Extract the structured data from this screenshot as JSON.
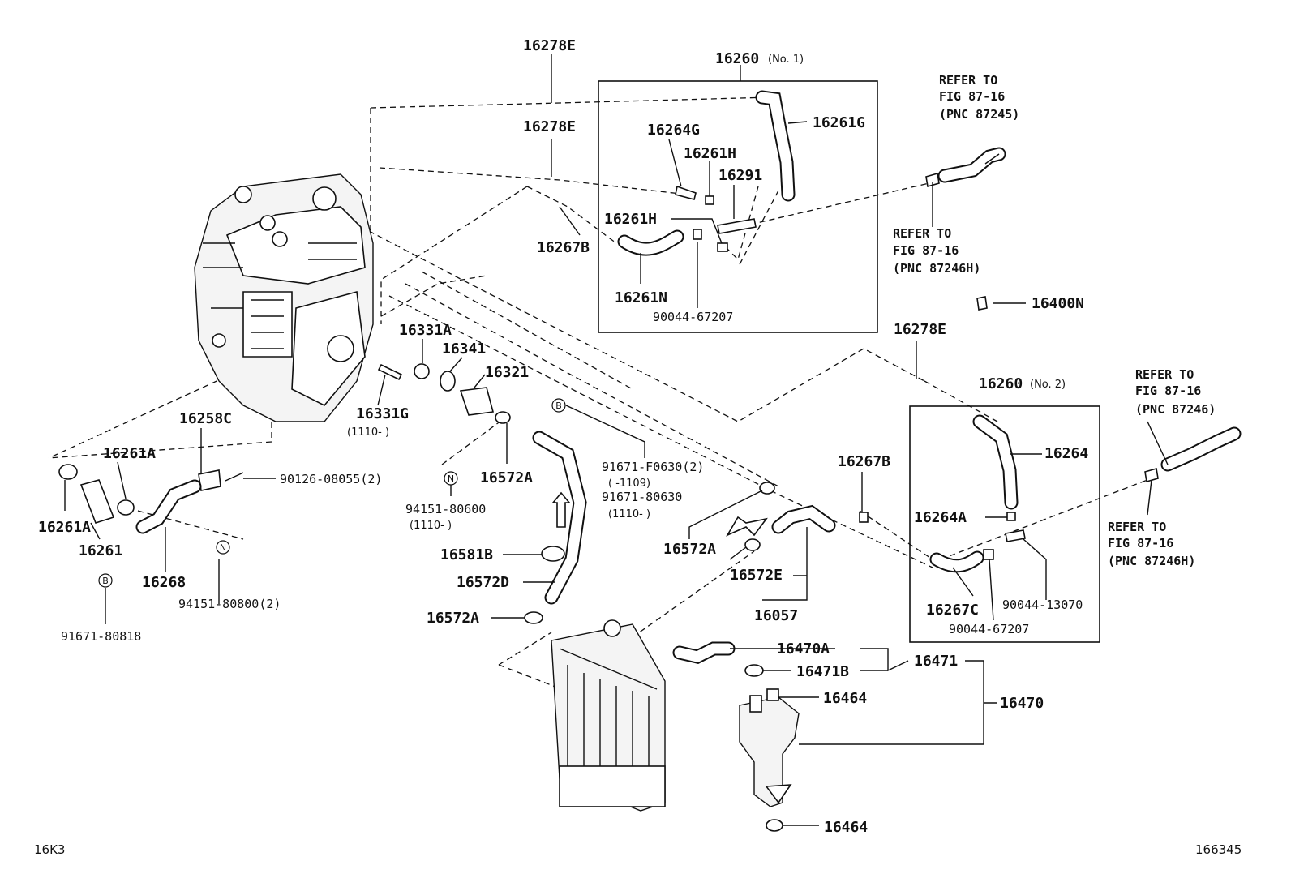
{
  "diagram": {
    "page_code": "16K3",
    "figure_number": "166345",
    "box1_title": "16260",
    "box1_suffix": "(No. 1)",
    "box2_title": "16260",
    "box2_suffix": "(No. 2)",
    "labels": [
      {
        "id": "l-16278E-top",
        "text": "16278E"
      },
      {
        "id": "l-16278E-mid",
        "text": "16278E"
      },
      {
        "id": "l-16264G",
        "text": "16264G"
      },
      {
        "id": "l-16261H-a",
        "text": "16261H"
      },
      {
        "id": "l-16291",
        "text": "16291"
      },
      {
        "id": "l-16261G",
        "text": "16261G"
      },
      {
        "id": "l-16261H-b",
        "text": "16261H"
      },
      {
        "id": "l-16267B-a",
        "text": "16267B"
      },
      {
        "id": "l-16261N",
        "text": "16261N"
      },
      {
        "id": "l-90044-67207-a",
        "text": "90044-67207"
      },
      {
        "id": "l-16400N",
        "text": "16400N"
      },
      {
        "id": "l-16278E-r",
        "text": "16278E"
      },
      {
        "id": "l-16331A",
        "text": "16331A"
      },
      {
        "id": "l-16341",
        "text": "16341"
      },
      {
        "id": "l-16321",
        "text": "16321"
      },
      {
        "id": "l-16331G",
        "text": "16331G"
      },
      {
        "id": "l-16331G-range",
        "text": "(1110-      )"
      },
      {
        "id": "l-16258C",
        "text": "16258C"
      },
      {
        "id": "l-16261A-a",
        "text": "16261A"
      },
      {
        "id": "l-16261A-b",
        "text": "16261A"
      },
      {
        "id": "l-16261",
        "text": "16261"
      },
      {
        "id": "l-16268",
        "text": "16268"
      },
      {
        "id": "l-90126",
        "text": "90126-08055(2)"
      },
      {
        "id": "l-94151-808",
        "text": "94151-80800(2)"
      },
      {
        "id": "l-91671-808",
        "text": "91671-80818"
      },
      {
        "id": "l-16572A-a",
        "text": "16572A"
      },
      {
        "id": "l-91671-F",
        "text": "91671-F0630(2)"
      },
      {
        "id": "l-91671-F-range",
        "text": "(      -1109)"
      },
      {
        "id": "l-91671-806",
        "text": "91671-80630"
      },
      {
        "id": "l-91671-806-range",
        "text": "(1110-      )"
      },
      {
        "id": "l-94151-806",
        "text": "94151-80600"
      },
      {
        "id": "l-94151-806-range",
        "text": "(1110-      )"
      },
      {
        "id": "l-16581B",
        "text": "16581B"
      },
      {
        "id": "l-16572D",
        "text": "16572D"
      },
      {
        "id": "l-16572A-b",
        "text": "16572A"
      },
      {
        "id": "l-16572A-c",
        "text": "16572A"
      },
      {
        "id": "l-16572E",
        "text": "16572E"
      },
      {
        "id": "l-16057",
        "text": "16057"
      },
      {
        "id": "l-16267B-b",
        "text": "16267B"
      },
      {
        "id": "l-16264",
        "text": "16264"
      },
      {
        "id": "l-16264A",
        "text": "16264A"
      },
      {
        "id": "l-16267C",
        "text": "16267C"
      },
      {
        "id": "l-90044-13070",
        "text": "90044-13070"
      },
      {
        "id": "l-90044-67207-b",
        "text": "90044-67207"
      },
      {
        "id": "l-16470A",
        "text": "16470A"
      },
      {
        "id": "l-16471B",
        "text": "16471B"
      },
      {
        "id": "l-16471",
        "text": "16471"
      },
      {
        "id": "l-16464-a",
        "text": "16464"
      },
      {
        "id": "l-16470",
        "text": "16470"
      },
      {
        "id": "l-16464-b",
        "text": "16464"
      }
    ],
    "refs": [
      {
        "id": "r1",
        "lines": [
          "REFER TO",
          "FIG 87-16",
          "(PNC 87245)"
        ]
      },
      {
        "id": "r2",
        "lines": [
          "REFER TO",
          "FIG 87-16",
          "(PNC 87246H)"
        ]
      },
      {
        "id": "r3",
        "lines": [
          "REFER TO",
          "FIG 87-16",
          "(PNC 87246)"
        ]
      },
      {
        "id": "r4",
        "lines": [
          "REFER TO",
          "FIG 87-16",
          "(PNC 87246H)"
        ]
      }
    ],
    "marker_b": "B",
    "marker_n": "N"
  }
}
